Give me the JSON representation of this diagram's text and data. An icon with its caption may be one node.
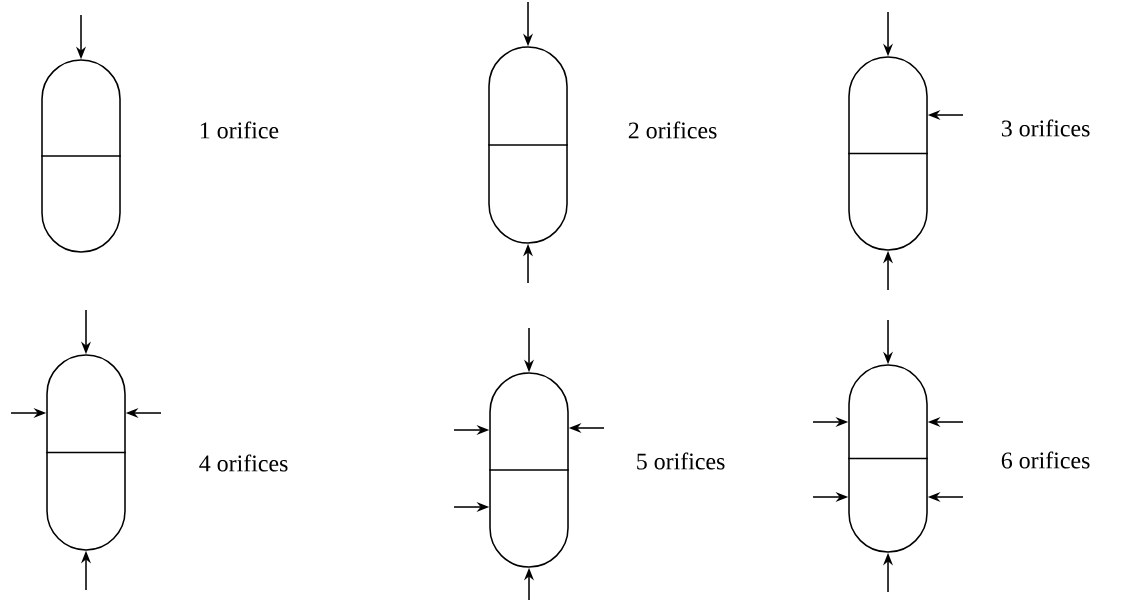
{
  "diagram": {
    "nodes": [
      {
        "text": [],
        "shape": "capsule",
        "beside": [
          "1 orifice"
        ]
      },
      {
        "text": [],
        "shape": "capsule",
        "beside": [
          "2 orifices"
        ]
      },
      {
        "text": [],
        "shape": "capsule",
        "beside": [
          "3 orifices"
        ]
      },
      {
        "text": [],
        "shape": "capsule",
        "beside": [
          "4 orifices"
        ]
      },
      {
        "text": [],
        "shape": "capsule",
        "beside": [
          "5 orifices"
        ]
      },
      {
        "text": [],
        "shape": "capsule",
        "beside": [
          "6 orifices"
        ]
      }
    ],
    "edges": [
      {
        "from": null,
        "to": 0,
        "arrow": "to"
      },
      {
        "from": null,
        "to": 1,
        "arrow": "to"
      },
      {
        "from": null,
        "to": 1,
        "arrow": "to"
      },
      {
        "from": null,
        "to": 2,
        "arrow": "to"
      },
      {
        "from": null,
        "to": 2,
        "arrow": "to"
      },
      {
        "from": null,
        "to": 2,
        "arrow": "to"
      },
      {
        "from": null,
        "to": 3,
        "arrow": "to"
      },
      {
        "from": null,
        "to": 3,
        "arrow": "to"
      },
      {
        "from": null,
        "to": 3,
        "arrow": "to"
      },
      {
        "from": null,
        "to": 3,
        "arrow": "to"
      },
      {
        "from": null,
        "to": 4,
        "arrow": "to"
      },
      {
        "from": null,
        "to": 4,
        "arrow": "to"
      },
      {
        "from": null,
        "to": 4,
        "arrow": "to"
      },
      {
        "from": null,
        "to": 4,
        "arrow": "to"
      },
      {
        "from": null,
        "to": 4,
        "arrow": "to"
      },
      {
        "from": null,
        "to": 5,
        "arrow": "to"
      },
      {
        "from": null,
        "to": 5,
        "arrow": "to"
      },
      {
        "from": null,
        "to": 5,
        "arrow": "to"
      },
      {
        "from": null,
        "to": 5,
        "arrow": "to"
      },
      {
        "from": null,
        "to": 5,
        "arrow": "to"
      },
      {
        "from": null,
        "to": 5,
        "arrow": "to"
      }
    ]
  }
}
